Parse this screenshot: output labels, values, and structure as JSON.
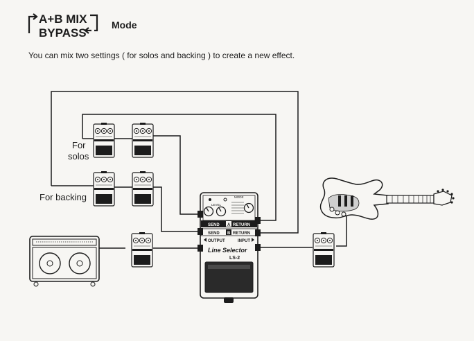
{
  "header": {
    "mode_line1": "A+B MIX",
    "mode_line2": "BYPASS",
    "mode_label": "Mode"
  },
  "description": "You can mix two settings ( for solos and backing ) to create a new effect.",
  "labels": {
    "solos_line1": "For",
    "solos_line2": "solos",
    "backing": "For backing"
  },
  "line_selector": {
    "mode_title": "MODE",
    "level_label": "LEVEL",
    "send_a": "SEND",
    "return_a": "RETURN",
    "tag_a": "A",
    "send_b": "SEND",
    "return_b": "RETURN",
    "tag_b": "B",
    "output": "OUTPUT",
    "input": "INPUT",
    "product_name": "Line Selector",
    "model": "LS-2"
  },
  "colors": {
    "ink": "#1c1c1c",
    "paper": "#f7f6f3"
  }
}
